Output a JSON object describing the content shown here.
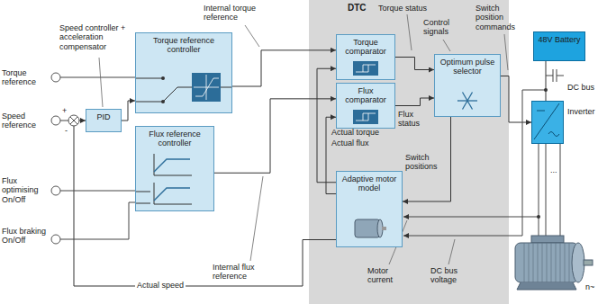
{
  "diagram": {
    "nodes": [
      {
        "text": [
          "PID"
        ]
      },
      {
        "text": [
          "Torque reference controller"
        ]
      },
      {
        "text": [
          "Flux reference controller"
        ]
      },
      {
        "text": [
          "DTC"
        ]
      },
      {
        "text": [
          "Torque comparator"
        ],
        "in": 3
      },
      {
        "text": [
          "Flux comparator"
        ],
        "in": 3
      },
      {
        "text": [
          "Optimum pulse selector"
        ],
        "in": 3
      },
      {
        "text": [
          "Adaptive motor model"
        ],
        "in": 3
      },
      {
        "text": [
          "48V Battery"
        ]
      },
      {
        "text": [
          "Inverter"
        ]
      }
    ],
    "edges": [
      {
        "from": 0,
        "to": 1,
        "arrow": "to"
      },
      {
        "from": 1,
        "to": 4,
        "label": "Internal torque reference",
        "arrow": "to"
      },
      {
        "from": 2,
        "to": 5,
        "label": "Internal flux reference",
        "arrow": "to"
      },
      {
        "from": 4,
        "to": 6,
        "label": "Torque status",
        "arrow": "to"
      },
      {
        "from": 5,
        "to": 6,
        "label": "Flux status",
        "arrow": "to"
      },
      {
        "from": 6,
        "to": 9,
        "label": "Switch position commands",
        "arrow": "to"
      },
      {
        "from": 7,
        "to": 4,
        "label": "Actual torque",
        "arrow": "to"
      },
      {
        "from": 7,
        "to": 5,
        "label": "Actual flux",
        "arrow": "to"
      },
      {
        "from": 6,
        "to": 7,
        "label": "Switch positions",
        "arrow": "to"
      },
      {
        "from": 7,
        "to": 0,
        "label": "Actual speed",
        "arrow": "to"
      },
      {
        "from": 8,
        "to": 9,
        "arrow": "none"
      }
    ],
    "labels": [
      "Torque reference",
      "Speed reference",
      "Flux optimising On/Off",
      "Flux braking On/Off",
      "Speed controller + acceleration compensator",
      "Control signals",
      "Motor current",
      "DC bus voltage",
      "DC bus",
      "...",
      "n~",
      "+",
      "-"
    ]
  }
}
